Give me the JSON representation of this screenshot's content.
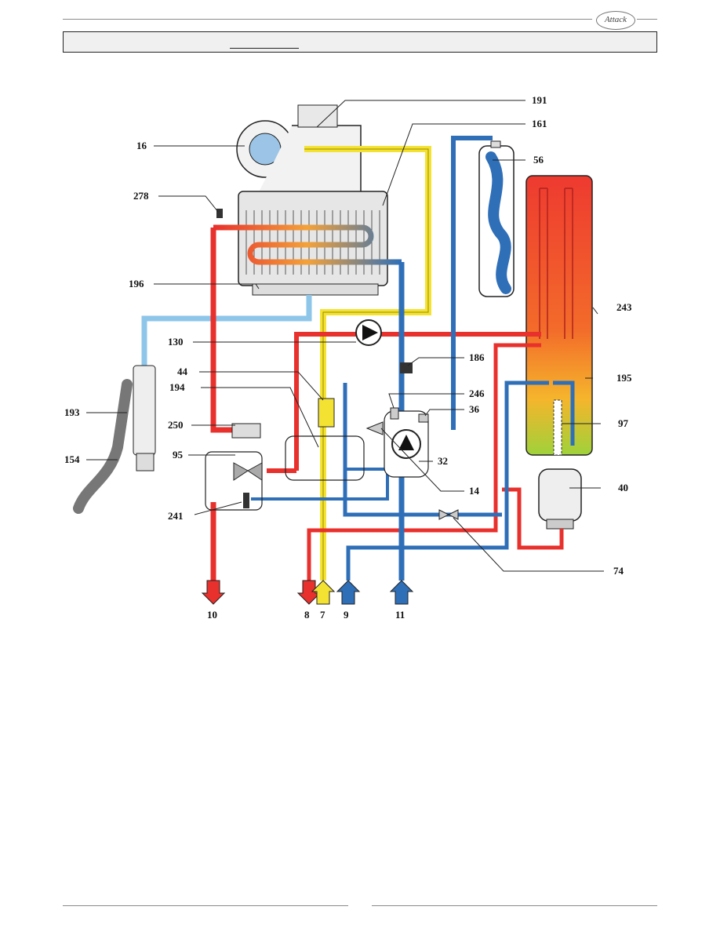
{
  "header": {
    "logo_text": "Attack"
  },
  "diagram": {
    "labels": {
      "l191": "191",
      "l161": "161",
      "l16": "16",
      "l56": "56",
      "l278": "278",
      "l196": "196",
      "l243": "243",
      "l130": "130",
      "l186": "186",
      "l195": "195",
      "l44": "44",
      "l194": "194",
      "l246": "246",
      "l36": "36",
      "l193": "193",
      "l250": "250",
      "l97": "97",
      "l95": "95",
      "l32": "32",
      "l154": "154",
      "l14": "14",
      "l40": "40",
      "l241": "241",
      "l74": "74",
      "l10": "10",
      "l8": "8",
      "l7": "7",
      "l9": "9",
      "l11": "11"
    },
    "colors": {
      "hot": "#e8302c",
      "cold": "#2f6fb8",
      "gas": "#f4e232",
      "condensate": "#8ec6ea",
      "outline": "#222222"
    }
  }
}
